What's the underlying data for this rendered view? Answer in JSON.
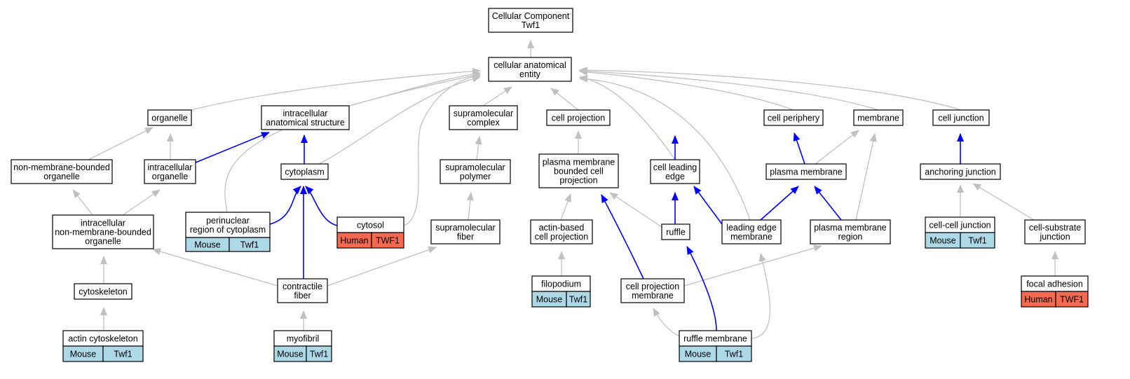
{
  "colors": {
    "grey_edge": "#c0c0c0",
    "blue_edge": "#0000ff",
    "mouse_tag": "#add8e6",
    "human_tag": "#f4694f",
    "node_border": "#000000"
  },
  "nodes": {
    "root": "Cellular Component\nTwf1",
    "cae": "cellular anatomical\nentity",
    "organelle": "organelle",
    "ias": "intracellular\nanatomical structure",
    "smc": "supramolecular\ncomplex",
    "cproj": "cell projection",
    "cper": "cell periphery",
    "membrane": "membrane",
    "cjunc": "cell junction",
    "nmbo": "non-membrane-bounded\norganelle",
    "io": "intracellular\norganelle",
    "cytoplasm": "cytoplasm",
    "smp": "supramolecular\npolymer",
    "pmbcp": "plasma membrane\nbounded cell\nprojection",
    "cle": "cell leading\nedge",
    "pm": "plasma membrane",
    "aj": "anchoring junction",
    "inmbo": "intracellular\nnon-membrane-bounded\norganelle",
    "prc": "perinuclear\nregion of cytoplasm",
    "cytosol": "cytosol",
    "smf": "supramolecular\nfiber",
    "abcp": "actin-based\ncell projection",
    "ruffle": "ruffle",
    "lem": "leading edge\nmembrane",
    "pmr": "plasma membrane\nregion",
    "ccj": "cell-cell junction",
    "csj": "cell-substrate\njunction",
    "cytoskeleton": "cytoskeleton",
    "cf": "contractile\nfiber",
    "filopodium": "filopodium",
    "cpm": "cell projection\nmembrane",
    "fa": "focal adhesion",
    "actin": "actin cytoskeleton",
    "myofibril": "myofibril",
    "rm": "ruffle membrane"
  },
  "tags": {
    "prc": [
      "Mouse",
      "Twf1"
    ],
    "cytosol": [
      "Human",
      "TWF1"
    ],
    "ccj": [
      "Mouse",
      "Twf1"
    ],
    "filopodium": [
      "Mouse",
      "Twf1"
    ],
    "fa": [
      "Human",
      "TWF1"
    ],
    "actin": [
      "Mouse",
      "Twf1"
    ],
    "myofibril": [
      "Mouse",
      "Twf1"
    ],
    "rm": [
      "Mouse",
      "Twf1"
    ]
  }
}
